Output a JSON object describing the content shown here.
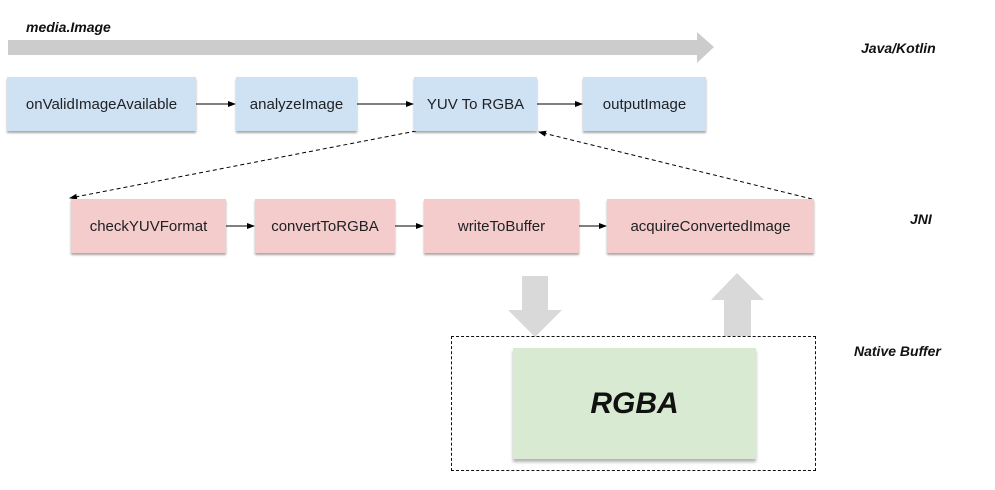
{
  "header": {
    "media_label": "media.Image"
  },
  "lanes": {
    "java": "Java/Kotlin",
    "jni": "JNI",
    "native": "Native Buffer"
  },
  "java_row": [
    {
      "label": "onValidImageAvailable"
    },
    {
      "label": "analyzeImage"
    },
    {
      "label": "YUV To RGBA"
    },
    {
      "label": "outputImage"
    }
  ],
  "jni_row": [
    {
      "label": "checkYUVFormat"
    },
    {
      "label": "convertToRGBA"
    },
    {
      "label": "writeToBuffer"
    },
    {
      "label": "acquireConvertedImage"
    }
  ],
  "native": {
    "buffer_label": "RGBA"
  },
  "colors": {
    "java_box": "#cfe2f3",
    "jni_box": "#f4cccc",
    "native_box": "#d9ead3",
    "big_arrow": "#cccccc",
    "buffer_arrow": "#d9d9d9"
  }
}
